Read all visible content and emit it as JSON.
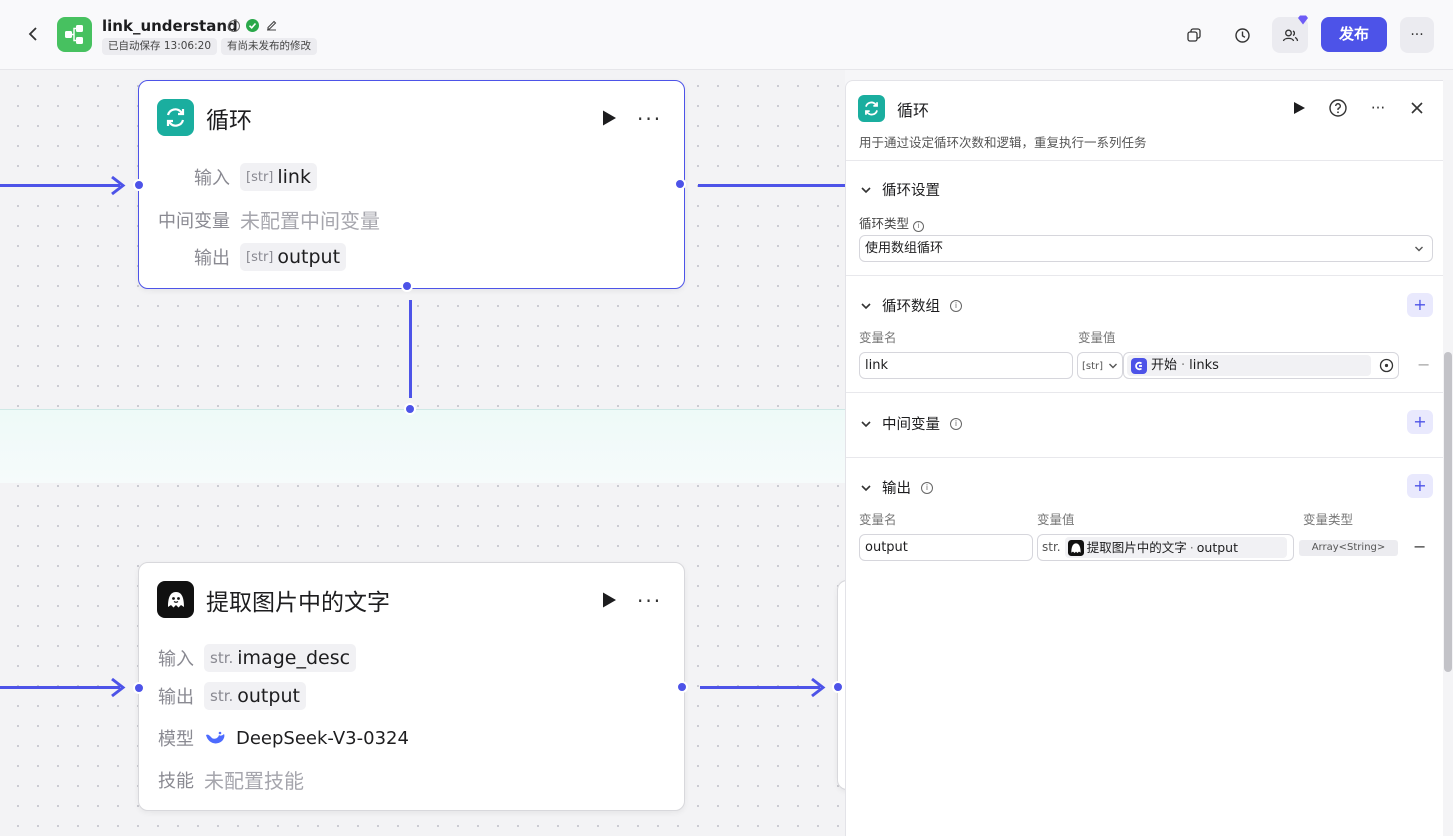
{
  "header": {
    "app_name": "link_understand",
    "autosave_tag": "已自动保存 13:06:20",
    "unpublished_tag": "有尚未发布的修改",
    "publish_label": "发布",
    "more_label": "···"
  },
  "canvas": {
    "loop_node": {
      "title": "循环",
      "input_label": "输入",
      "input_type": "[str]",
      "input_value": "link",
      "mid_label": "中间变量",
      "mid_value": "未配置中间变量",
      "output_label": "输出",
      "output_type": "[str]",
      "output_value": "output"
    },
    "llm_node": {
      "title": "提取图片中的文字",
      "input_label": "输入",
      "input_type": "str.",
      "input_value": "image_desc",
      "output_label": "输出",
      "output_type": "str.",
      "output_value": "output",
      "model_label": "模型",
      "model_value": "DeepSeek-V3-0324",
      "skill_label": "技能",
      "skill_value": "未配置技能"
    }
  },
  "panel": {
    "title": "循环",
    "description": "用于通过设定循环次数和逻辑，重复执行一系列任务",
    "loop_settings": {
      "section_title": "循环设置",
      "type_label": "循环类型",
      "type_value": "使用数组循环"
    },
    "loop_array": {
      "section_title": "循环数组",
      "name_header": "变量名",
      "value_header": "变量值",
      "row_name": "link",
      "row_type": "[str]",
      "row_source": "开始",
      "row_field": "links"
    },
    "mid_vars": {
      "section_title": "中间变量"
    },
    "output": {
      "section_title": "输出",
      "name_header": "变量名",
      "value_header": "变量值",
      "type_header": "变量类型",
      "row_name": "output",
      "row_type_prefix": "str.",
      "row_source": "提取图片中的文字",
      "row_field": "output",
      "row_type": "Array<String>"
    }
  },
  "colors": {
    "accent": "#4d53e8",
    "loop_icon": "#1aae9f",
    "app_icon": "#47c160"
  },
  "icons": [
    "back-arrow-icon",
    "workflow-icon",
    "info-icon",
    "check-circle-icon",
    "edit-icon",
    "copy-icon",
    "history-icon",
    "team-icon",
    "loop-icon",
    "play-icon",
    "more-icon",
    "help-icon",
    "close-icon",
    "chevron-down-icon",
    "plus-icon",
    "minus-icon",
    "robot-icon",
    "deepseek-icon",
    "start-node-icon",
    "target-icon"
  ]
}
